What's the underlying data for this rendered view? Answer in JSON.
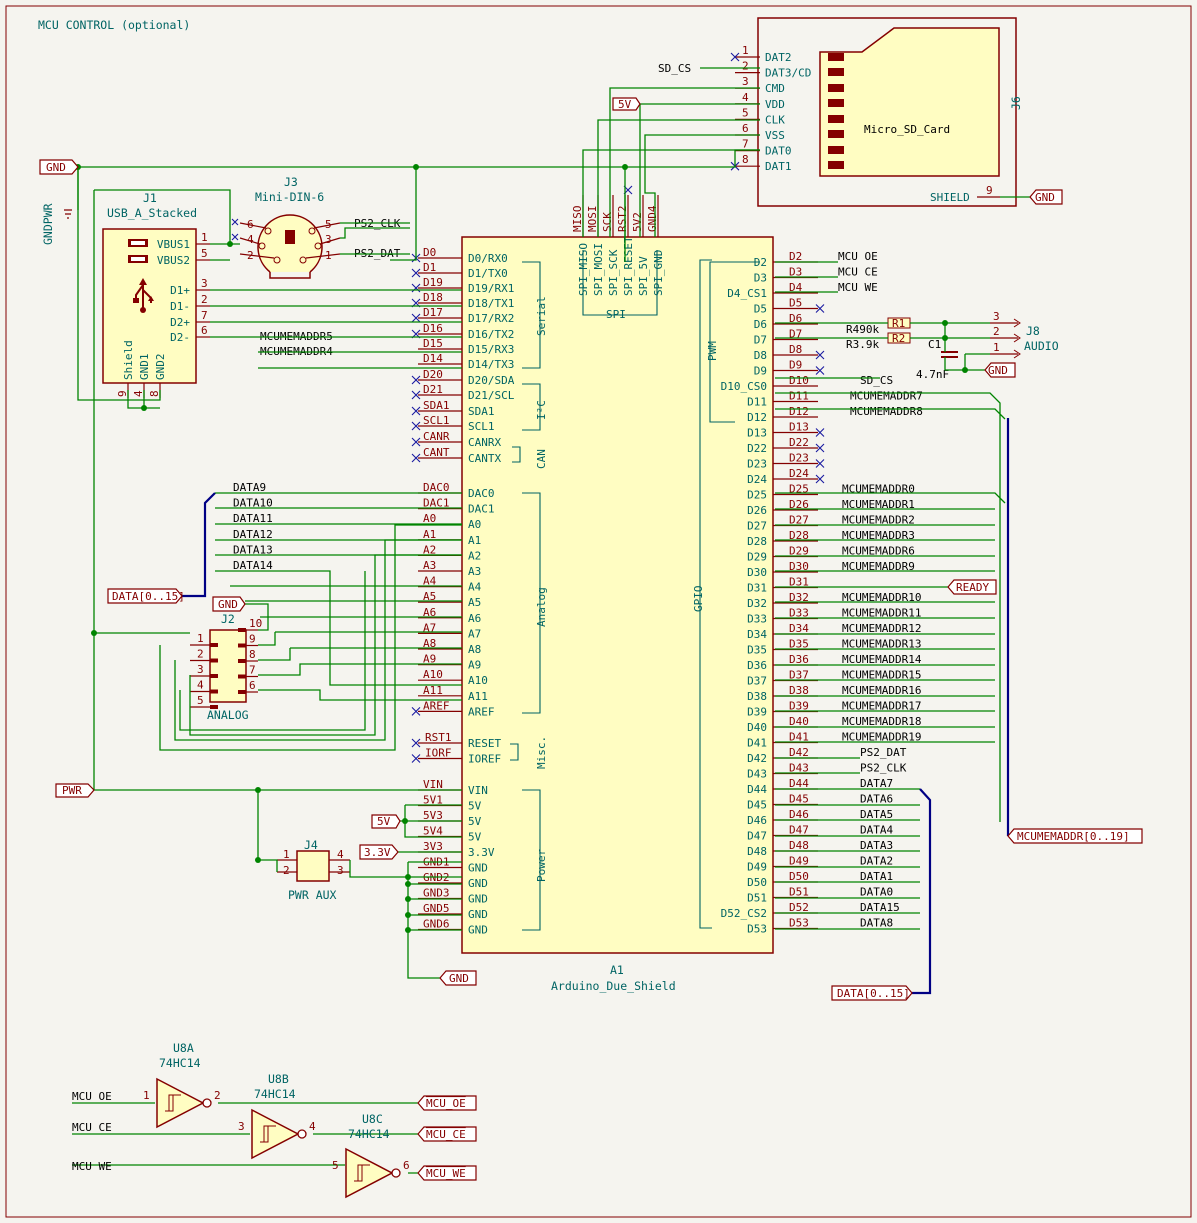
{
  "sheet": {
    "title": "MCU CONTROL (optional)"
  },
  "power_labels": {
    "gnd": "GND",
    "pwr": "PWR",
    "v5": "5V",
    "v33": "3.3V",
    "gndpwr": "GNDPWR"
  },
  "a1": {
    "ref": "A1",
    "value": "Arduino_Due_Shield",
    "left_pins": [
      {
        "num": "D0",
        "name": "D0/RX0",
        "net": ""
      },
      {
        "num": "D1",
        "name": "D1/TX0",
        "net": ""
      },
      {
        "num": "D19",
        "name": "D19/RX1",
        "net": ""
      },
      {
        "num": "D18",
        "name": "D18/TX1",
        "net": ""
      },
      {
        "num": "D17",
        "name": "D17/RX2",
        "net": ""
      },
      {
        "num": "D16",
        "name": "D16/TX2",
        "net": ""
      },
      {
        "num": "D15",
        "name": "D15/RX3",
        "net": "MCUMEMADDR5"
      },
      {
        "num": "D14",
        "name": "D14/TX3",
        "net": "MCUMEMADDR4"
      },
      {
        "num": "D20",
        "name": "D20/SDA",
        "net": ""
      },
      {
        "num": "D21",
        "name": "D21/SCL",
        "net": ""
      },
      {
        "num": "SDA1",
        "name": "SDA1",
        "net": ""
      },
      {
        "num": "SCL1",
        "name": "SCL1",
        "net": ""
      },
      {
        "num": "CANR",
        "name": "CANRX",
        "net": ""
      },
      {
        "num": "CANT",
        "name": "CANTX",
        "net": ""
      }
    ],
    "left_pins2": [
      {
        "num": "DAC0",
        "name": "DAC0",
        "net": "DATA9"
      },
      {
        "num": "DAC1",
        "name": "DAC1",
        "net": "DATA10"
      },
      {
        "num": "A0",
        "name": "A0",
        "net": "DATA11"
      },
      {
        "num": "A1",
        "name": "A1",
        "net": "DATA12"
      },
      {
        "num": "A2",
        "name": "A2",
        "net": "DATA13"
      },
      {
        "num": "A3",
        "name": "A3",
        "net": "DATA14"
      },
      {
        "num": "A4",
        "name": "A4",
        "net": ""
      },
      {
        "num": "A5",
        "name": "A5",
        "net": ""
      },
      {
        "num": "A6",
        "name": "A6",
        "net": ""
      },
      {
        "num": "A7",
        "name": "A7",
        "net": ""
      },
      {
        "num": "A8",
        "name": "A8",
        "net": ""
      },
      {
        "num": "A9",
        "name": "A9",
        "net": ""
      },
      {
        "num": "A10",
        "name": "A10",
        "net": ""
      },
      {
        "num": "A11",
        "name": "A11",
        "net": ""
      },
      {
        "num": "AREF",
        "name": "AREF",
        "net": ""
      }
    ],
    "misc_pins": [
      {
        "num": "RST1",
        "name": "RESET"
      },
      {
        "num": "IORF",
        "name": "IOREF"
      }
    ],
    "power_pins": [
      {
        "num": "VIN",
        "name": "VIN"
      },
      {
        "num": "5V1",
        "name": "5V"
      },
      {
        "num": "5V3",
        "name": "5V"
      },
      {
        "num": "5V4",
        "name": "5V"
      },
      {
        "num": "3V3",
        "name": "3.3V"
      },
      {
        "num": "GND1",
        "name": "GND"
      },
      {
        "num": "GND2",
        "name": "GND"
      },
      {
        "num": "GND3",
        "name": "GND"
      },
      {
        "num": "GND5",
        "name": "GND"
      },
      {
        "num": "GND6",
        "name": "GND"
      }
    ],
    "top_pins": [
      {
        "num": "MISO",
        "name": "SPI_MISO"
      },
      {
        "num": "MOSI",
        "name": "SPI_MOSI"
      },
      {
        "num": "SCK",
        "name": "SPI_SCK"
      },
      {
        "num": "RST2",
        "name": "SPI_RESET"
      },
      {
        "num": "5V2",
        "name": "SPI_5V"
      },
      {
        "num": "GND4",
        "name": "SPI_GND"
      }
    ],
    "right_pins": [
      {
        "num": "D2",
        "name": "D2",
        "net": "MCU OE"
      },
      {
        "num": "D3",
        "name": "D3",
        "net": "MCU CE"
      },
      {
        "num": "D4",
        "name": "D4_CS1",
        "net": "MCU WE"
      },
      {
        "num": "D5",
        "name": "D5",
        "net": ""
      },
      {
        "num": "D6",
        "name": "D6",
        "net": ""
      },
      {
        "num": "D7",
        "name": "D7",
        "net": ""
      },
      {
        "num": "D8",
        "name": "D8",
        "net": ""
      },
      {
        "num": "D9",
        "name": "D9",
        "net": ""
      },
      {
        "num": "D10",
        "name": "D10_CS0",
        "net": "SD_CS"
      },
      {
        "num": "D11",
        "name": "D11",
        "net": "MCUMEMADDR7"
      },
      {
        "num": "D12",
        "name": "D12",
        "net": "MCUMEMADDR8"
      },
      {
        "num": "D13",
        "name": "D13",
        "net": ""
      },
      {
        "num": "D22",
        "name": "D22",
        "net": ""
      },
      {
        "num": "D23",
        "name": "D23",
        "net": ""
      },
      {
        "num": "D24",
        "name": "D24",
        "net": ""
      },
      {
        "num": "D25",
        "name": "D25",
        "net": "MCUMEMADDR0"
      },
      {
        "num": "D26",
        "name": "D26",
        "net": "MCUMEMADDR1"
      },
      {
        "num": "D27",
        "name": "D27",
        "net": "MCUMEMADDR2"
      },
      {
        "num": "D28",
        "name": "D28",
        "net": "MCUMEMADDR3"
      },
      {
        "num": "D29",
        "name": "D29",
        "net": "MCUMEMADDR6"
      },
      {
        "num": "D30",
        "name": "D30",
        "net": "MCUMEMADDR9"
      },
      {
        "num": "D31",
        "name": "D31",
        "net": ""
      },
      {
        "num": "D32",
        "name": "D32",
        "net": "MCUMEMADDR10"
      },
      {
        "num": "D33",
        "name": "D33",
        "net": "MCUMEMADDR11"
      },
      {
        "num": "D34",
        "name": "D34",
        "net": "MCUMEMADDR12"
      },
      {
        "num": "D35",
        "name": "D35",
        "net": "MCUMEMADDR13"
      },
      {
        "num": "D36",
        "name": "D36",
        "net": "MCUMEMADDR14"
      },
      {
        "num": "D37",
        "name": "D37",
        "net": "MCUMEMADDR15"
      },
      {
        "num": "D38",
        "name": "D38",
        "net": "MCUMEMADDR16"
      },
      {
        "num": "D39",
        "name": "D39",
        "net": "MCUMEMADDR17"
      },
      {
        "num": "D40",
        "name": "D40",
        "net": "MCUMEMADDR18"
      },
      {
        "num": "D41",
        "name": "D41",
        "net": "MCUMEMADDR19"
      },
      {
        "num": "D42",
        "name": "D42",
        "net": "PS2_DAT"
      },
      {
        "num": "D43",
        "name": "D43",
        "net": "PS2_CLK"
      },
      {
        "num": "D44",
        "name": "D44",
        "net": "DATA7"
      },
      {
        "num": "D45",
        "name": "D45",
        "net": "DATA6"
      },
      {
        "num": "D46",
        "name": "D46",
        "net": "DATA5"
      },
      {
        "num": "D47",
        "name": "D47",
        "net": "DATA4"
      },
      {
        "num": "D48",
        "name": "D48",
        "net": "DATA3"
      },
      {
        "num": "D49",
        "name": "D49",
        "net": "DATA2"
      },
      {
        "num": "D50",
        "name": "D50",
        "net": "DATA1"
      },
      {
        "num": "D51",
        "name": "D51",
        "net": "DATA0"
      },
      {
        "num": "D52",
        "name": "D52_CS2",
        "net": "DATA15"
      },
      {
        "num": "D53",
        "name": "D53",
        "net": "DATA8"
      }
    ],
    "groups": {
      "serial": "Serial",
      "i2c": "I²C",
      "can": "CAN",
      "spi": "SPI",
      "pwm": "PWM",
      "analog": "Analog",
      "misc": "Misc.",
      "power": "Power",
      "gpio": "GPIO"
    }
  },
  "j1": {
    "ref": "J1",
    "value": "USB_A_Stacked",
    "pins": [
      {
        "num": "1",
        "name": "VBUS1"
      },
      {
        "num": "5",
        "name": "VBUS2"
      },
      {
        "num": "3",
        "name": "D1+"
      },
      {
        "num": "2",
        "name": "D1-"
      },
      {
        "num": "7",
        "name": "D2+"
      },
      {
        "num": "6",
        "name": "D2-"
      }
    ],
    "bottom": [
      {
        "num": "9",
        "name": "Shield"
      },
      {
        "num": "4",
        "name": "GND1"
      },
      {
        "num": "8",
        "name": "GND2"
      }
    ]
  },
  "j3": {
    "ref": "J3",
    "value": "Mini-DIN-6",
    "pins": [
      "6",
      "4",
      "2",
      "5",
      "3",
      "1"
    ],
    "nets": {
      "clk": "PS2_CLK",
      "dat": "PS2_DAT"
    }
  },
  "j6": {
    "ref": "J6",
    "value": "Micro_SD_Card",
    "pins": [
      {
        "num": "1",
        "name": "DAT2"
      },
      {
        "num": "2",
        "name": "DAT3/CD"
      },
      {
        "num": "3",
        "name": "CMD"
      },
      {
        "num": "4",
        "name": "VDD"
      },
      {
        "num": "5",
        "name": "CLK"
      },
      {
        "num": "6",
        "name": "VSS"
      },
      {
        "num": "7",
        "name": "DAT0"
      },
      {
        "num": "8",
        "name": "DAT1"
      }
    ],
    "shield": {
      "num": "9",
      "name": "SHIELD"
    },
    "net": "SD_CS"
  },
  "j8": {
    "ref": "J8",
    "value": "AUDIO",
    "pins": [
      "3",
      "2",
      "1"
    ]
  },
  "r1": {
    "ref": "R1",
    "value": "R490k"
  },
  "r2": {
    "ref": "R2",
    "value": "R3.9k"
  },
  "c1": {
    "ref": "C1",
    "value": "4.7nF"
  },
  "j2": {
    "ref": "J2",
    "value": "ANALOG",
    "left": [
      "1",
      "2",
      "3",
      "4",
      "5"
    ],
    "right": [
      "10",
      "9",
      "8",
      "7",
      "6"
    ]
  },
  "j4": {
    "ref": "J4",
    "value": "PWR AUX",
    "left": [
      "1",
      "2"
    ],
    "right": [
      "4",
      "3"
    ]
  },
  "buses": {
    "data_left": "DATA[0..15]",
    "data_right": "DATA[0..15]",
    "addr": "MCUMEMADDR[0..19]"
  },
  "ready": "READY",
  "gates": [
    {
      "ref": "U8A",
      "value": "74HC14",
      "in_pin": "1",
      "out_pin": "2",
      "in_net": "MCU OE",
      "out_net": "MCU_OE"
    },
    {
      "ref": "U8B",
      "value": "74HC14",
      "in_pin": "3",
      "out_pin": "4",
      "in_net": "MCU CE",
      "out_net": "MCU_CE"
    },
    {
      "ref": "U8C",
      "value": "74HC14",
      "in_pin": "5",
      "out_pin": "6",
      "in_net": "MCU WE",
      "out_net": "MCU_WE"
    }
  ]
}
